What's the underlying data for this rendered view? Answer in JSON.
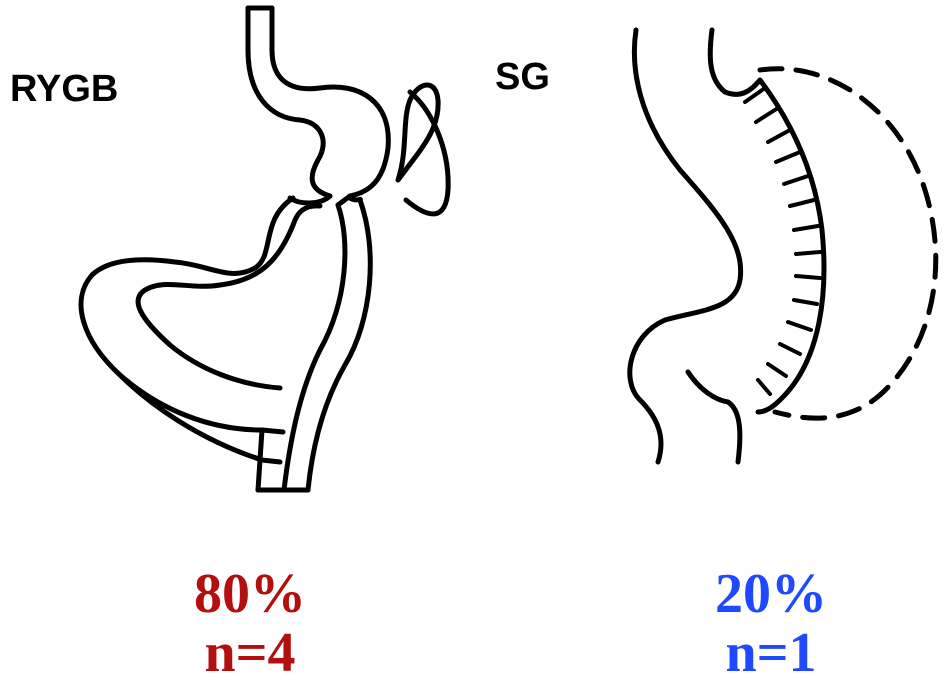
{
  "procedures": {
    "rygb": {
      "label": "RYGB",
      "percent": "80%",
      "n": "n=4",
      "color": "#b30f0f"
    },
    "sg": {
      "label": "SG",
      "percent": "20%",
      "n": "n=1",
      "color": "#1f49ff"
    }
  },
  "icons": {
    "rygb": "roux-en-y-gastric-bypass-icon",
    "sg": "sleeve-gastrectomy-icon"
  }
}
